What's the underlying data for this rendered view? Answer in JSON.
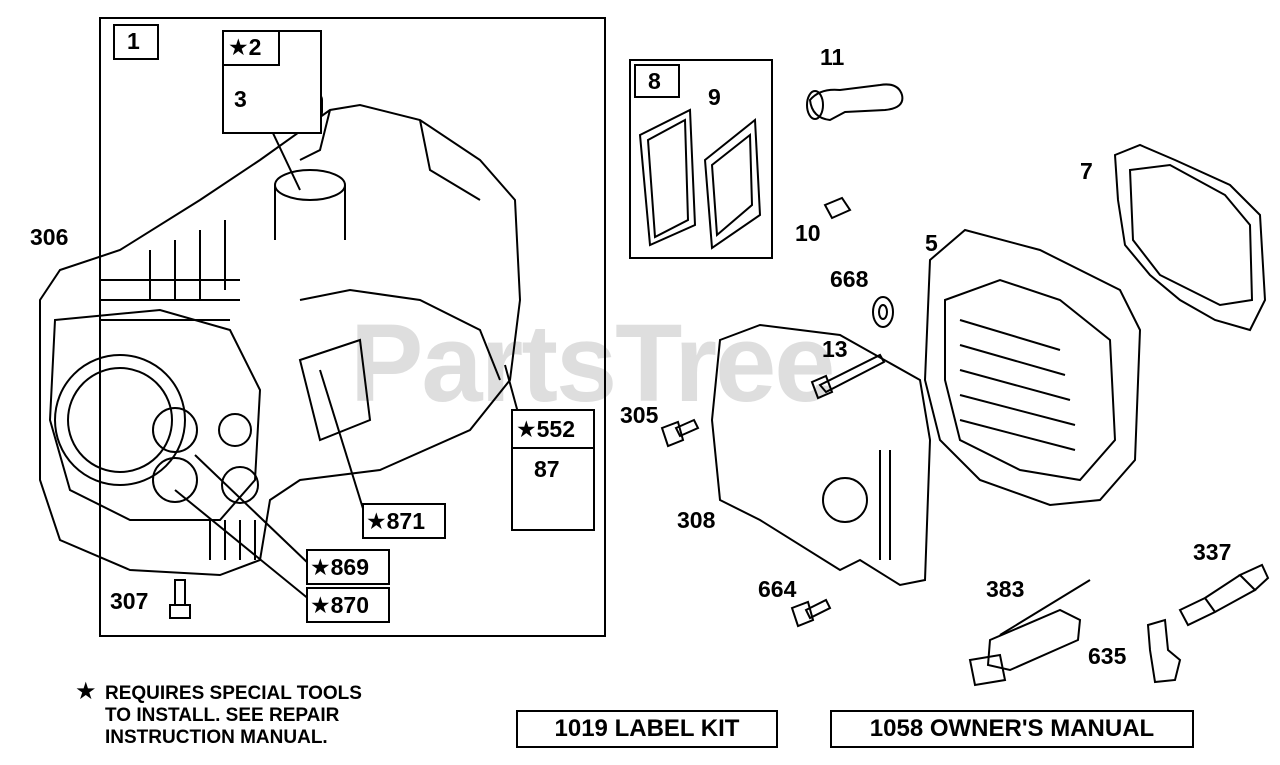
{
  "labels": {
    "l1": "1",
    "l2": "2",
    "l3": "3",
    "l5": "5",
    "l7": "7",
    "l8": "8",
    "l9": "9",
    "l10": "10",
    "l11": "11",
    "l13": "13",
    "l87": "87",
    "l305": "305",
    "l306": "306",
    "l307": "307",
    "l308": "308",
    "l337": "337",
    "l383": "383",
    "l552": "552",
    "l635": "635",
    "l664": "664",
    "l668": "668",
    "l869": "869",
    "l870": "870",
    "l871": "871"
  },
  "footnote": {
    "line1": "REQUIRES SPECIAL TOOLS",
    "line2": "TO INSTALL.  SEE REPAIR",
    "line3": "INSTRUCTION MANUAL."
  },
  "kits": {
    "label_kit": "1019 LABEL KIT",
    "owners_manual": "1058 OWNER'S MANUAL"
  },
  "watermark": "PartsTree",
  "colors": {
    "ink": "#000000",
    "watermark": "#a0a0a0"
  }
}
